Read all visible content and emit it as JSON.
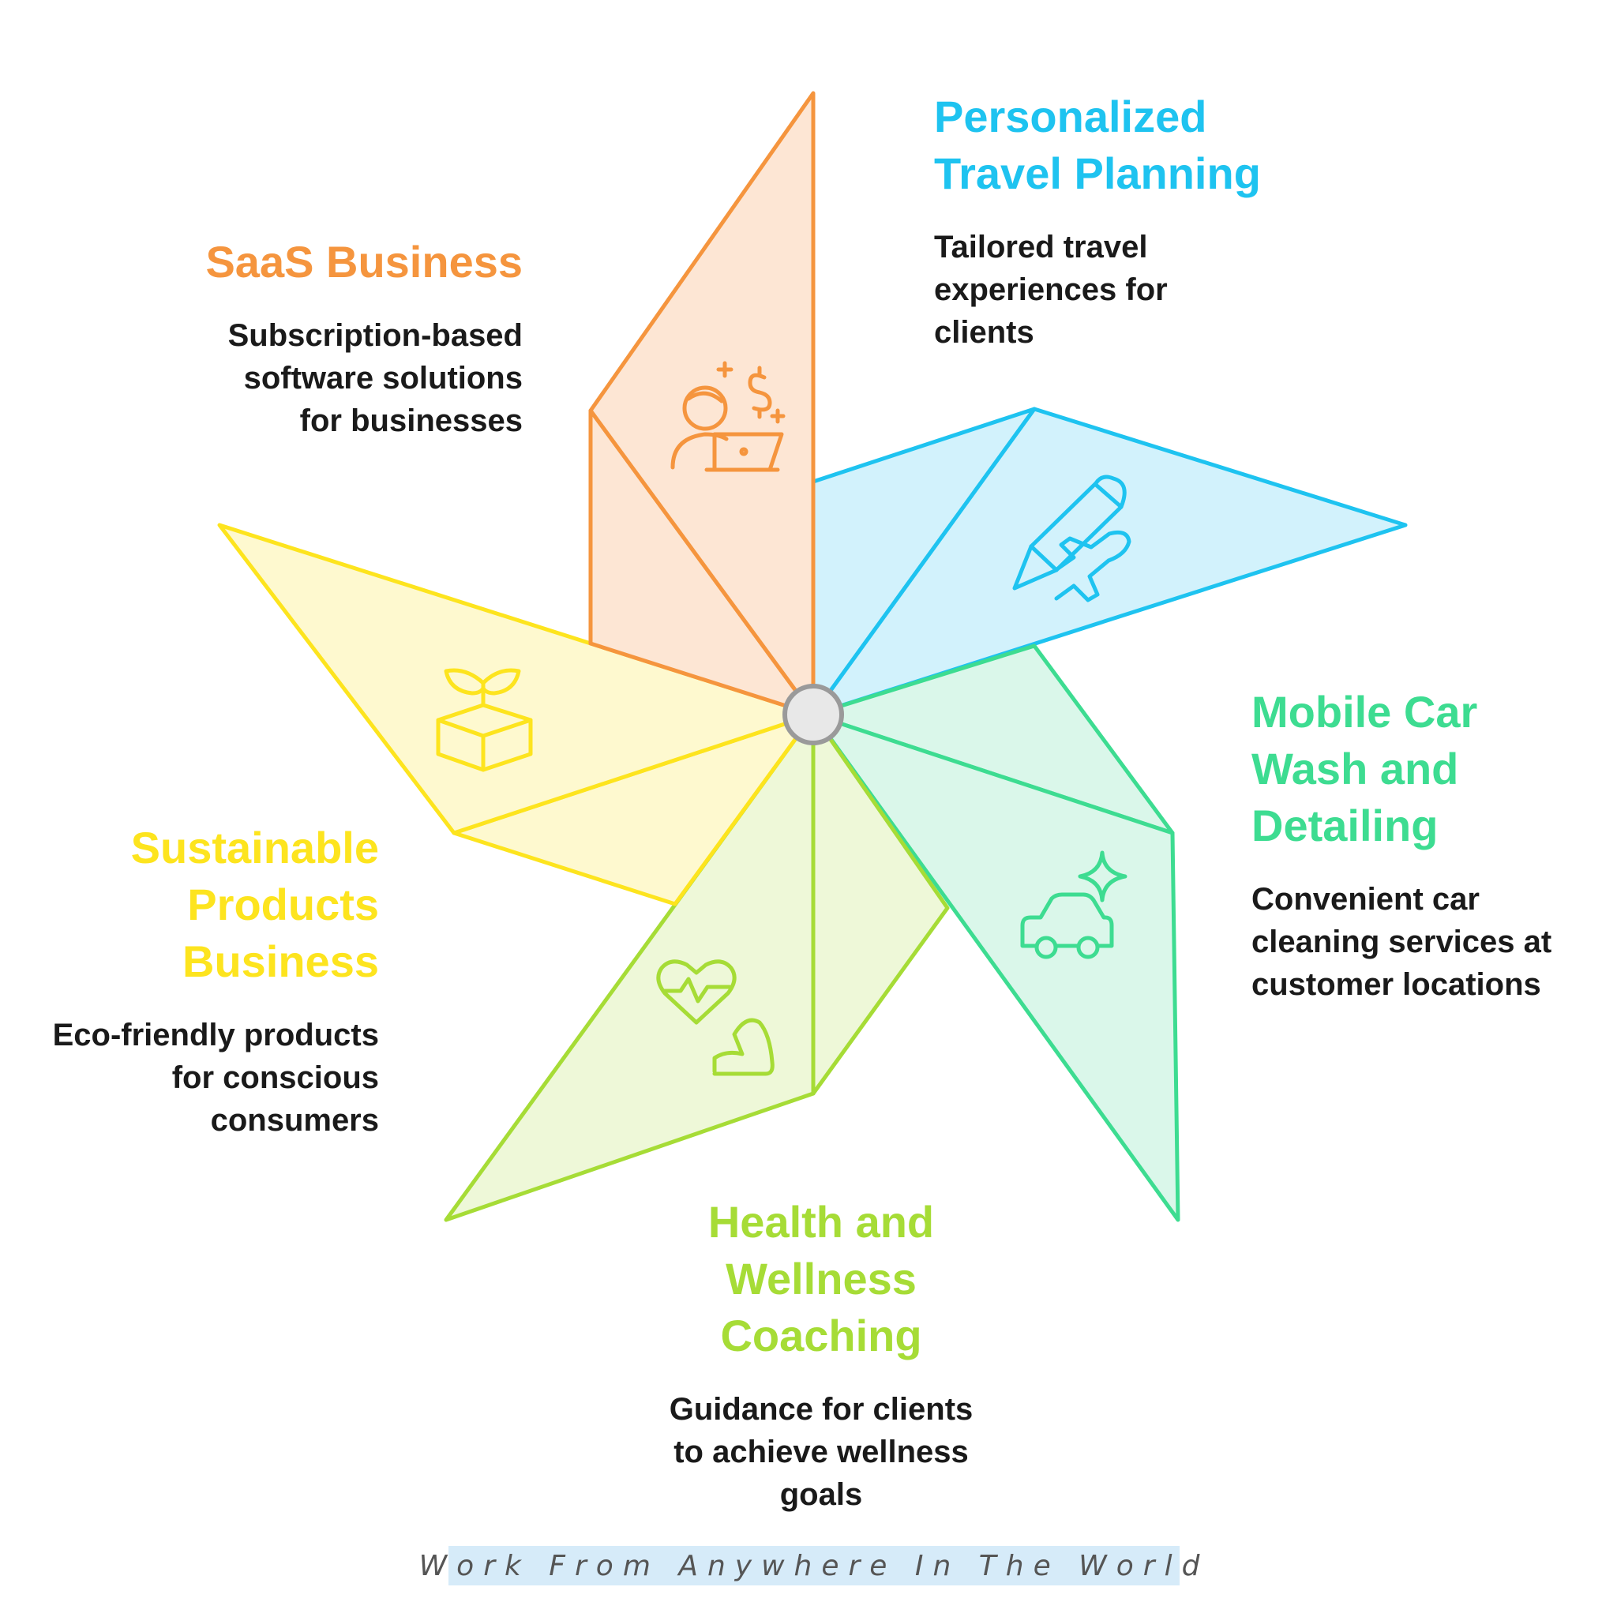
{
  "items": [
    {
      "title": "Personalized\nTravel Planning",
      "description": "Tailored travel\nexperiences for\nclients",
      "icon": "travel-planning-icon",
      "color": "#1ec3f0",
      "fill": "#d2f2fc"
    },
    {
      "title": "Mobile Car\nWash and\nDetailing",
      "description": "Convenient car\ncleaning services at\ncustomer locations",
      "icon": "car-sparkle-icon",
      "color": "#3ddc91",
      "fill": "#daf7ea"
    },
    {
      "title": "Health and\nWellness\nCoaching",
      "description": "Guidance for clients\nto achieve wellness\ngoals",
      "icon": "heart-muscle-icon",
      "color": "#a6dc36",
      "fill": "#eef8d8"
    },
    {
      "title": "Sustainable\nProducts\nBusiness",
      "description": "Eco-friendly products\nfor conscious\nconsumers",
      "icon": "eco-box-icon",
      "color": "#fde41e",
      "fill": "#fef9cf"
    },
    {
      "title": "SaaS Business",
      "description": "Subscription-based\nsoftware solutions\nfor businesses",
      "icon": "saas-laptop-icon",
      "color": "#f5953e",
      "fill": "#fde6d4"
    }
  ],
  "footer": {
    "text": "Work From Anywhere In The World"
  }
}
